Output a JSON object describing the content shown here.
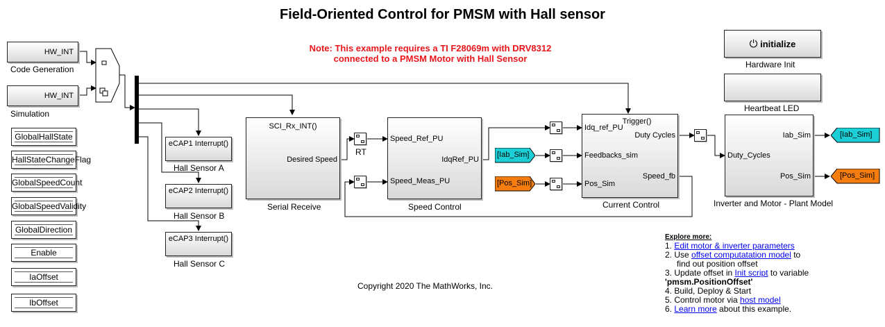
{
  "title": "Field-Oriented Control for PMSM with Hall sensor",
  "note": {
    "line1": "Note: This example requires a TI F28069m with DRV8312",
    "line2": "connected to a PMSM Motor with Hall Sensor",
    "color": "#e8161b"
  },
  "copyright": "Copyright 2020 The MathWorks, Inc.",
  "interrupts": {
    "code_generation": {
      "port": "HW_INT",
      "label": "Code Generation"
    },
    "simulation": {
      "port": "HW_INT",
      "label": "Simulation"
    }
  },
  "data_stores": [
    "GlobalHallState",
    "HallStateChangeFlag",
    "GlobalSpeedCount",
    "GlobalSpeedValidity",
    "GlobalDirection",
    "Enable",
    "IaOffset",
    "IbOffset"
  ],
  "hall_sensors": [
    {
      "port": "eCAP1 Interrupt()",
      "label": "Hall Sensor A"
    },
    {
      "port": "eCAP2 Interrupt()",
      "label": "Hall Sensor B"
    },
    {
      "port": "eCAP3 Interrupt()",
      "label": "Hall Sensor C"
    }
  ],
  "serial_receive": {
    "trigger": "SCI_Rx_INT()",
    "out": "Desired Speed",
    "label": "Serial Receive"
  },
  "rt_label": "RT",
  "speed_control": {
    "in1": "Speed_Ref_PU",
    "in2": "Speed_Meas_PU",
    "out": "IdqRef_PU",
    "label": "Speed Control"
  },
  "current_control": {
    "trigger": "Trigger()",
    "in1": "Idq_ref_PU",
    "in2": "Feedbacks_sim",
    "in3": "Pos_Sim",
    "out1": "Duty Cycles",
    "out2": "Speed_fb",
    "label": "Current Control"
  },
  "inverter": {
    "in": "Duty_Cycles",
    "out1": "Iab_Sim",
    "out2": "Pos_Sim",
    "label": "Inverter and Motor - Plant Model"
  },
  "goto_tags": {
    "iab_out": "[Iab_Sim]",
    "pos_out": "[Pos_Sim]",
    "iab_in": "[Iab_Sim]",
    "pos_in": "[Pos_Sim]"
  },
  "tag_colors": {
    "iab": "#1ccfd6",
    "pos": "#f57d10"
  },
  "hardware_init": {
    "button": "initialize",
    "icon": "power-icon",
    "label": "Hardware Init"
  },
  "heartbeat": {
    "label": "Heartbeat LED"
  },
  "explore": {
    "title": "Explore more:",
    "i1_link": "Edit motor & inverter parameters",
    "i2_pre": "2. Use ",
    "i2_link": "offset computatation model",
    "i2_post": " to",
    "i2_cont": "find out position offset",
    "i3_pre": "3. Update offset in ",
    "i3_link": "Init script",
    "i3_post": " to variable",
    "i3_var": "'pmsm.PositionOffset'",
    "i4": "4. Build, Deploy & Start",
    "i5_pre": "5. Control motor via ",
    "i5_link": "host model",
    "i6_link": "Learn more",
    "i6_post": " about this example."
  }
}
